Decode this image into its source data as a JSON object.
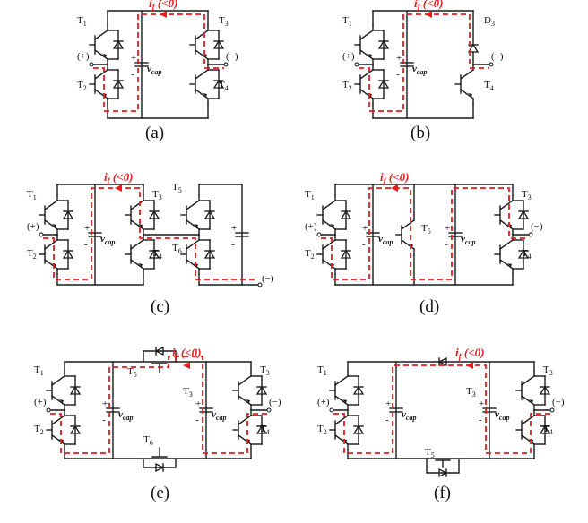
{
  "current_label": "i_f (<0)",
  "cap_label": "v_cap",
  "panels": [
    {
      "caption": "(a)",
      "switches": [
        "T1",
        "T2",
        "T3",
        "T4"
      ],
      "terminals": [
        "(+)",
        "(−)"
      ]
    },
    {
      "caption": "(b)",
      "switches": [
        "T1",
        "T2",
        "D3",
        "T4"
      ],
      "terminals": [
        "(+)",
        "(−)"
      ]
    },
    {
      "caption": "(c)",
      "switches": [
        "T1",
        "T2",
        "T3",
        "T4",
        "T5",
        "T6"
      ],
      "terminals": [
        "(+)",
        "(−)"
      ]
    },
    {
      "caption": "(d)",
      "switches": [
        "T1",
        "T2",
        "T5",
        "T3",
        "T4"
      ],
      "terminals": [
        "(+)",
        "(−)"
      ]
    },
    {
      "caption": "(e)",
      "switches": [
        "T1",
        "T2",
        "T5",
        "T6",
        "T3",
        "T4"
      ],
      "terminals": [
        "(+)",
        "(−)"
      ]
    },
    {
      "caption": "(f)",
      "switches": [
        "T1",
        "T2",
        "T5",
        "T3",
        "T4"
      ],
      "terminals": [
        "(+)",
        "(−)"
      ]
    }
  ],
  "colors": {
    "wire": "#1a1a1a",
    "current_path": "#e8191b"
  }
}
